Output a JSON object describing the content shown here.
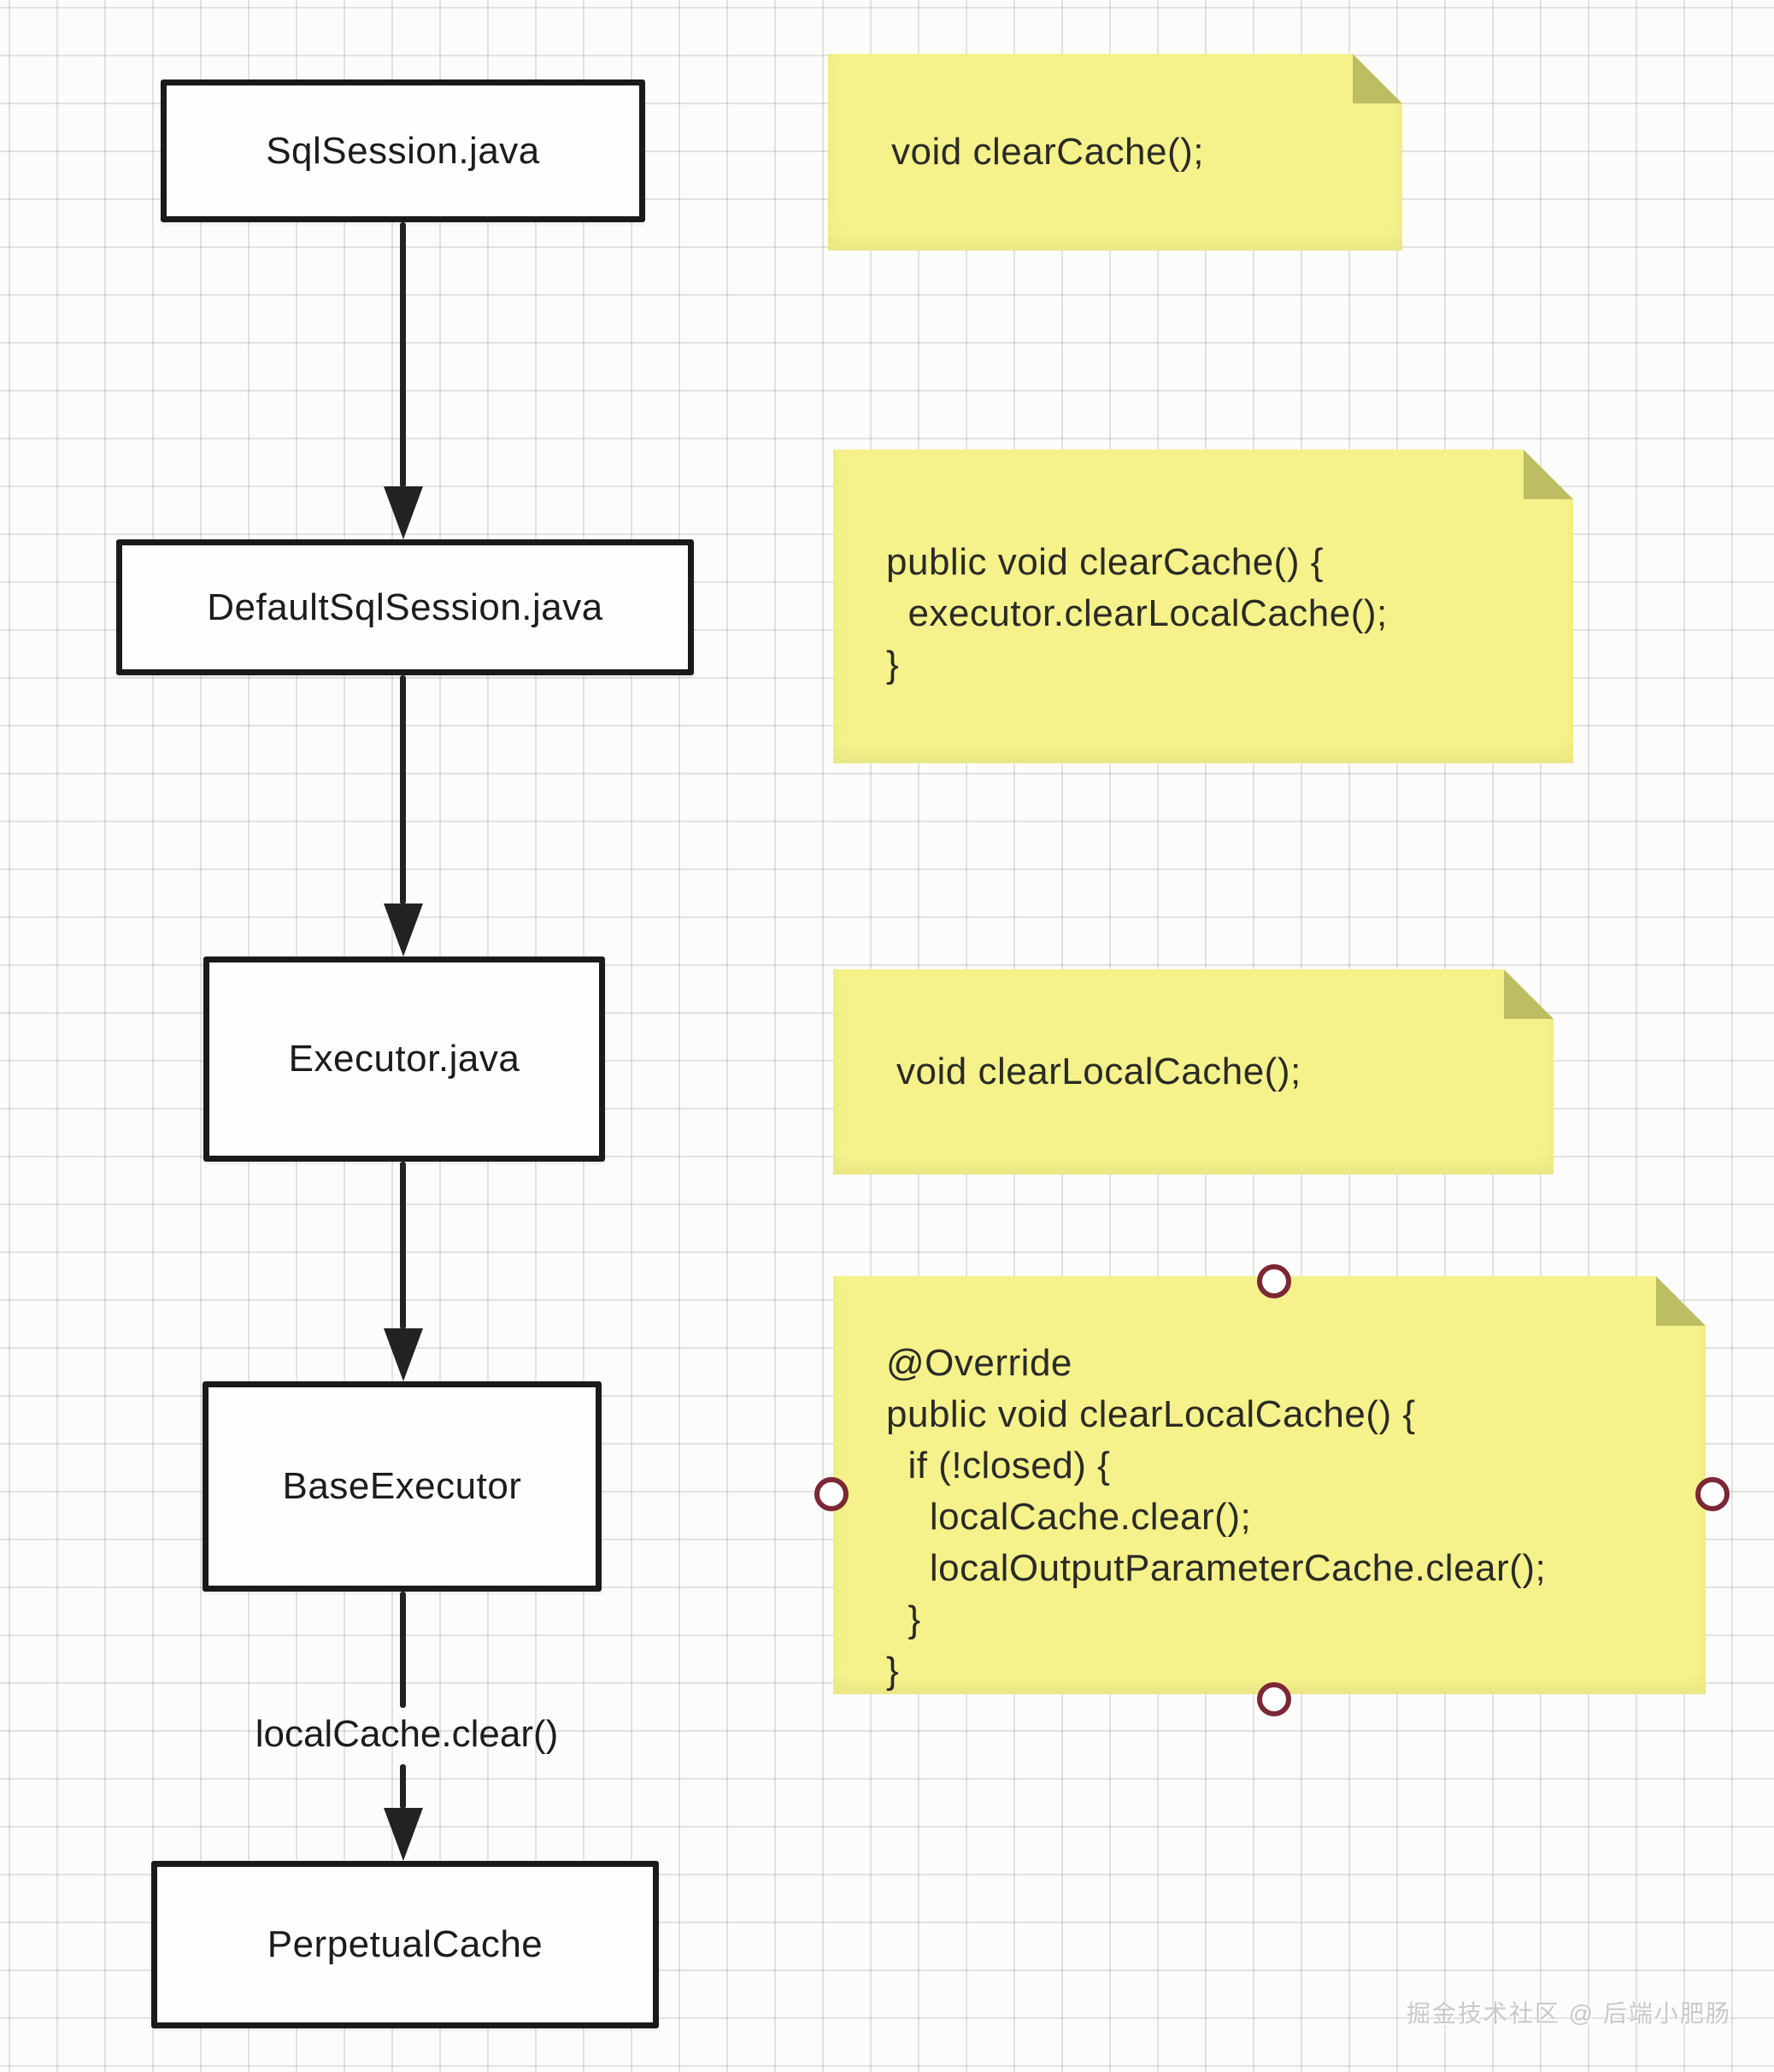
{
  "diagram": {
    "nodes": [
      {
        "label": "SqlSession.java"
      },
      {
        "label": "DefaultSqlSession.java"
      },
      {
        "label": "Executor.java"
      },
      {
        "label": "BaseExecutor"
      },
      {
        "label": "PerpetualCache"
      }
    ],
    "edge_label": "localCache.clear()",
    "notes": [
      {
        "selected": false,
        "lines": [
          "void clearCache();"
        ]
      },
      {
        "selected": false,
        "lines": [
          "public void clearCache() {",
          "  executor.clearLocalCache();",
          "}"
        ]
      },
      {
        "selected": false,
        "lines": [
          "void clearLocalCache();"
        ]
      },
      {
        "selected": true,
        "lines": [
          "@Override",
          "public void clearLocalCache() {",
          "  if (!closed) {",
          "    localCache.clear();",
          "    localOutputParameterCache.clear();",
          "  }",
          "}"
        ]
      }
    ]
  },
  "watermark": {
    "text": "掘金技术社区 @ 后端小肥肠"
  },
  "colors": {
    "canvas_bg": "#fcfcfa",
    "grid_line": "#dcdcda",
    "node_fill": "#fefefe",
    "node_border": "#1a1a1a",
    "connector": "#222222",
    "note_fill": "#f5f28b",
    "note_fold": "#bdbd63",
    "handle_ring": "#7b2734",
    "watermark_color": "#c9c9c9"
  }
}
